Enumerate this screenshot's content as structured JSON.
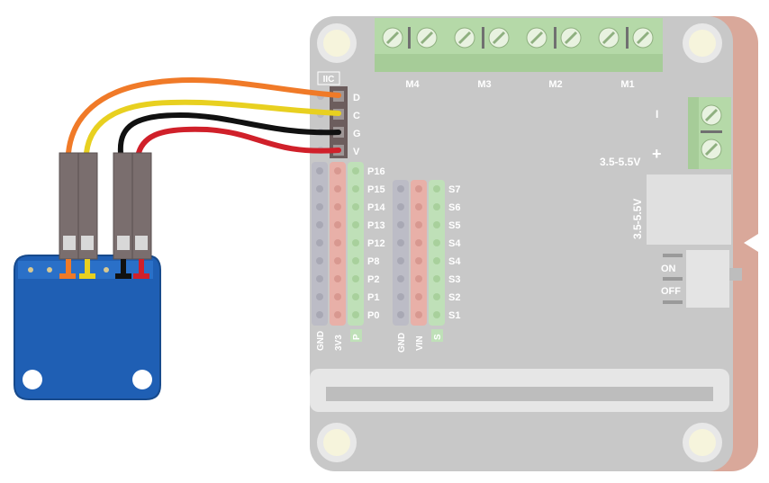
{
  "board": {
    "iic_label": "IIC",
    "iic_pins": [
      "D",
      "C",
      "G",
      "V"
    ],
    "motor_labels": [
      "M4",
      "M3",
      "M2",
      "M1"
    ],
    "power_minus": "I",
    "power_plus_voltage": "3.5-5.5V",
    "power_plus_sign": "+",
    "jack_voltage": "3.5-5.5V",
    "switch_on": "ON",
    "switch_off": "OFF",
    "p_pins": [
      "P16",
      "P15",
      "P14",
      "P13",
      "P12",
      "P8",
      "P2",
      "P1",
      "P0"
    ],
    "s_pins": [
      "S7",
      "S6",
      "S5",
      "S4",
      "S4",
      "S3",
      "S2",
      "S1"
    ],
    "column_labels_left": [
      "GND",
      "3V3",
      "P"
    ],
    "column_labels_right": [
      "GND",
      "VIN",
      "S"
    ]
  },
  "colors": {
    "board": "#c8c8c8",
    "board_edge_red": "#d9a89a",
    "terminal_green": "#b5d9a8",
    "sensor_blue": "#1f5fb4",
    "wire_orange": "#f07a28",
    "wire_yellow": "#e8d020",
    "wire_black": "#111111",
    "wire_red": "#d0202a",
    "header_gray": "#7a6e6e",
    "pin_gray": "#bcbcc6",
    "pin_red": "#e8b0a8",
    "pin_green": "#bfe0b8"
  }
}
